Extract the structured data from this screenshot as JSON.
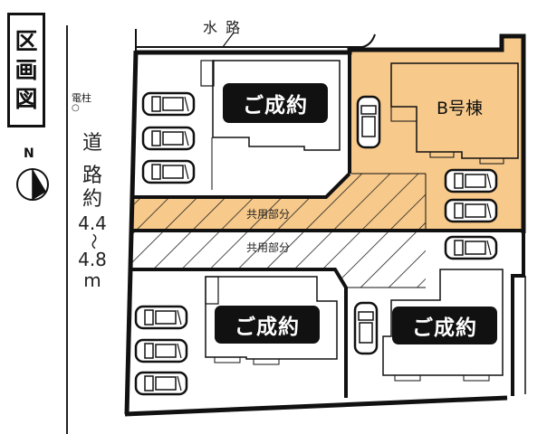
{
  "title": {
    "chars": [
      "区",
      "画",
      "図"
    ]
  },
  "compass": {
    "label": "N",
    "icon": "north-arrow-icon"
  },
  "utility_pole": {
    "label": "電柱",
    "marker": "○"
  },
  "road_west": {
    "chars": [
      "道",
      "路",
      "約",
      "4.4",
      "〜",
      "4.8",
      "m"
    ]
  },
  "waterway_north": {
    "label": "水 路"
  },
  "lots": [
    {
      "id": "northwest",
      "status_label": "ご成約",
      "parking_spaces": 3,
      "highlighted": false
    },
    {
      "id": "northeast",
      "building_label": "B号棟",
      "parking_spaces": 3,
      "highlighted": true
    },
    {
      "id": "southwest",
      "status_label": "ご成約",
      "parking_spaces": 3,
      "highlighted": false
    },
    {
      "id": "southeast",
      "status_label": "ご成約",
      "parking_spaces": 2,
      "highlighted": false
    }
  ],
  "shared_areas": [
    {
      "label": "共用部分",
      "highlighted": true
    },
    {
      "label": "共用部分",
      "highlighted": false
    }
  ],
  "colors": {
    "highlight": "#f7c98a",
    "line": "#111111",
    "sold_badge": "#111111",
    "sold_text": "#ffffff",
    "background": "#ffffff"
  }
}
